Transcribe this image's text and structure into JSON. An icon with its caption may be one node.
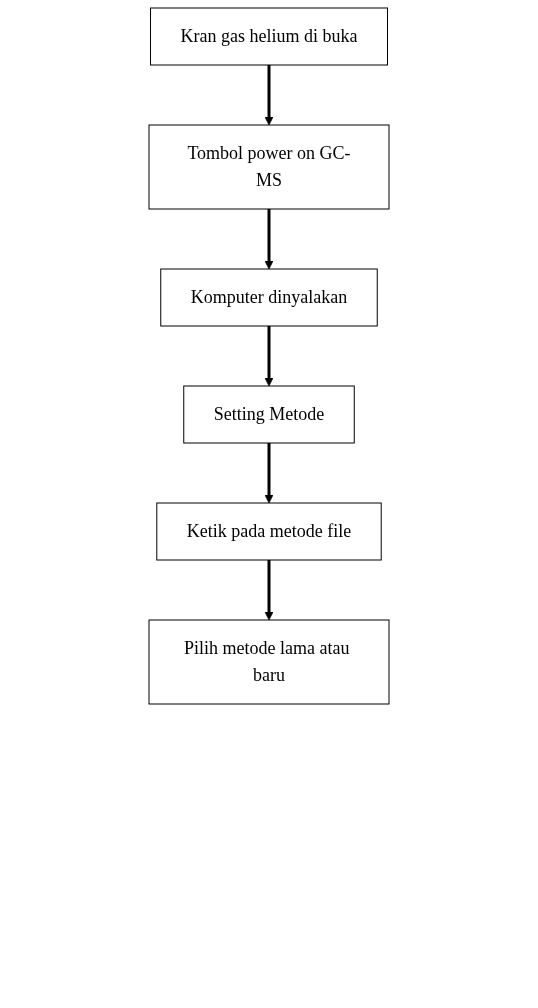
{
  "diagram": {
    "nodes": [
      {
        "text": [
          "Kran gas helium di buka"
        ]
      },
      {
        "text": [
          "Tombol power on GC-MS"
        ]
      },
      {
        "text": [
          "Komputer dinyalakan"
        ]
      },
      {
        "text": [
          "Setting Metode"
        ]
      },
      {
        "text": [
          "Ketik pada metode file"
        ]
      },
      {
        "text": [
          "Pilih metode lama atau baru"
        ]
      }
    ],
    "edges": [
      {
        "from": 0,
        "to": 1,
        "arrow": "to"
      },
      {
        "from": 1,
        "to": 2,
        "arrow": "to"
      },
      {
        "from": 2,
        "to": 3,
        "arrow": "to"
      },
      {
        "from": 3,
        "to": 4,
        "arrow": "to"
      },
      {
        "from": 4,
        "to": 5,
        "arrow": "to"
      }
    ]
  }
}
